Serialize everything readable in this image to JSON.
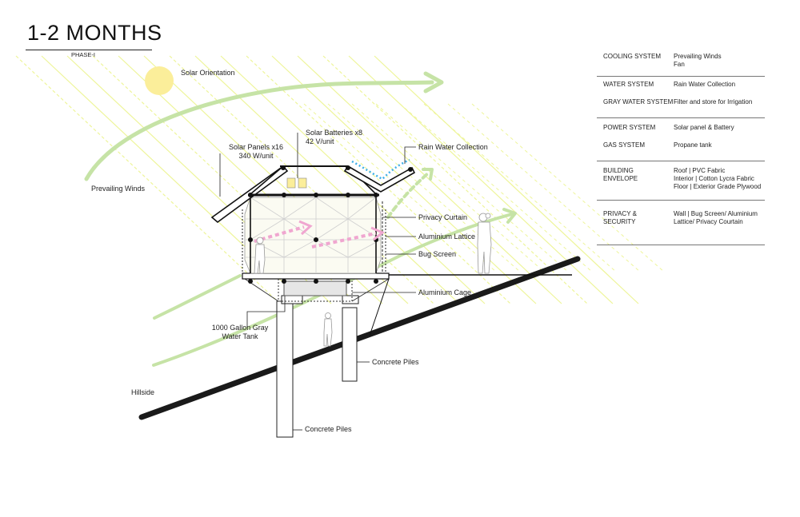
{
  "header": {
    "title": "1-2 MONTHS",
    "subtitle": "PHASE-I"
  },
  "labels": {
    "solar_orientation": "Solar Orientation",
    "prevailing_winds": "Prevailing Winds",
    "solar_panels": "Solar Panels x16",
    "solar_panels_power": "340 W/unit",
    "solar_batteries": "Solar Batteries x8",
    "solar_batteries_voltage": "42 V/unit",
    "rain_water_collection": "Rain Water Collection",
    "privacy_curtain": "Privacy Curtain",
    "aluminium_lattice": "Aluminium Lattice",
    "bug_screen": "Bug Screen",
    "aluminium_cage": "Aluminium Cage",
    "gray_water_tank_line1": "1000 Gallon Gray",
    "gray_water_tank_line2": "Water Tank",
    "concrete_piles_right": "Concrete Piles",
    "concrete_piles_bottom": "Concrete Piles",
    "hillside": "Hillside"
  },
  "colors": {
    "sun": "#fbee9a",
    "sun_rays": "#eef59a",
    "wind_arrows": "#c6e3a6",
    "airflow": "#f0a6d0",
    "rain_dots": "#3fb0e8",
    "structure": "#111111",
    "hillside": "#1a1a1a"
  },
  "systems": [
    {
      "key": "COOLING SYSTEM",
      "value": "Prevailing Winds\nFan"
    },
    {
      "key": "WATER SYSTEM",
      "value": "Rain Water Collection"
    },
    {
      "key": "GRAY WATER SYSTEM",
      "value": "Filter and store for Irrigation"
    },
    {
      "key": "POWER SYSTEM",
      "value": "Solar panel & Battery"
    },
    {
      "key": "GAS SYSTEM",
      "value": "Propane tank"
    },
    {
      "key": "BUILDING\nENVELOPE",
      "value": "Roof | PVC Fabric\nInterior | Cotton Lycra Fabric\nFloor | Exterior Grade Plywood"
    },
    {
      "key": "PRIVACY &\nSECURITY",
      "value": "Wall | Bug Screen/ Aluminium\nLattice/ Privacy Courtain"
    }
  ]
}
